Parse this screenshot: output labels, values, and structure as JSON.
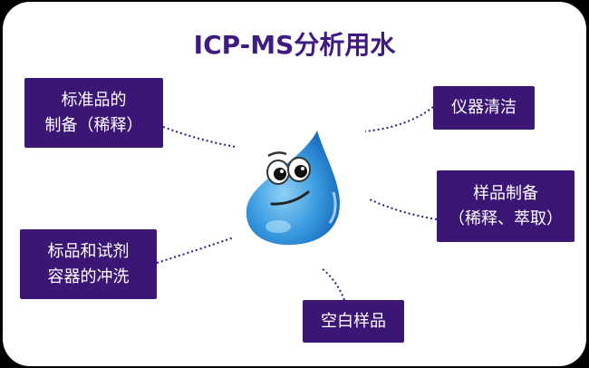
{
  "title": "ICP-MS分析用水",
  "colors": {
    "box": "#3b1674",
    "title": "#3f1a80",
    "drop": "#2f8fd8"
  },
  "boxes": [
    {
      "line1": "标准品的",
      "line2": "制备（稀释）"
    },
    {
      "line1": "仪器清洁"
    },
    {
      "line1": "样品制备",
      "line2": "（稀释、萃取）"
    },
    {
      "line1": "标品和试剂",
      "line2": "容器的冲洗"
    },
    {
      "line1": "空白样品"
    }
  ]
}
